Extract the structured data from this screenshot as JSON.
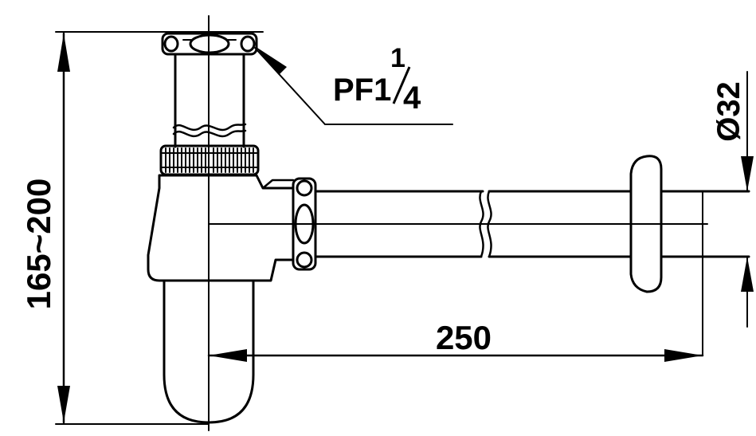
{
  "drawing": {
    "height_dimension": "165~200",
    "length_dimension": "250",
    "pipe_diameter": "Ø32",
    "thread_label": {
      "prefix": "PF1",
      "fraction_numerator": "1",
      "fraction_denominator": "4"
    }
  },
  "colors": {
    "line": "#000000",
    "background": "#ffffff"
  }
}
